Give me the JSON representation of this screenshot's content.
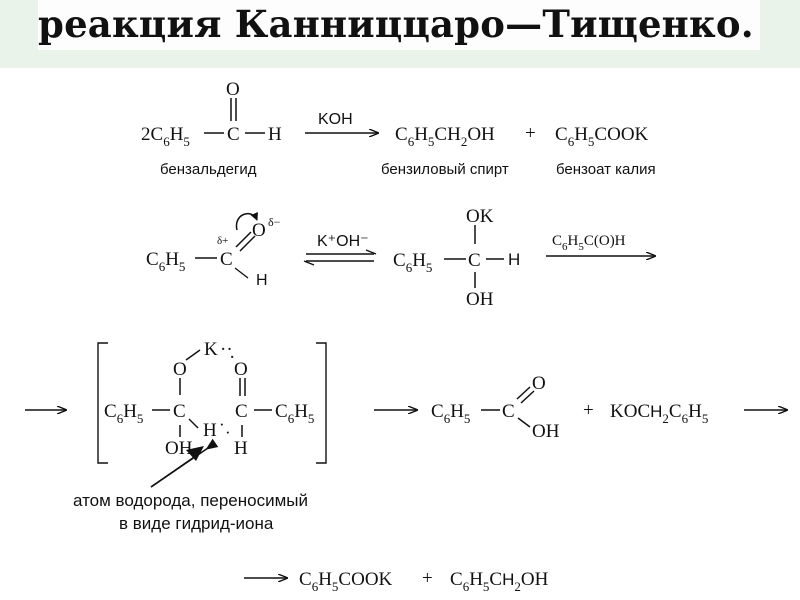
{
  "title": "реакция Канниццаро—Тищенко.",
  "step1": {
    "coef": "2",
    "reagent": "KOH",
    "plus": "+",
    "label_aldehyde": "бензальдегид",
    "label_alcohol": "бензиловый спирт",
    "label_salt": "бензоат калия"
  },
  "step2": {
    "partial_plus": "δ+",
    "partial_minus": "δ−",
    "reagent": "K⁺OH⁻",
    "reagent2": "C₆H₅C(O)H",
    "ok": "OK",
    "oh": "OH"
  },
  "step3": {
    "k": "K",
    "oh": "OH",
    "plus": "+",
    "caption_line1": "атом водорода, переносимый",
    "caption_line2": "в виде гидрид-иона"
  },
  "atoms": {
    "c": "C",
    "h": "H",
    "o": "O"
  }
}
